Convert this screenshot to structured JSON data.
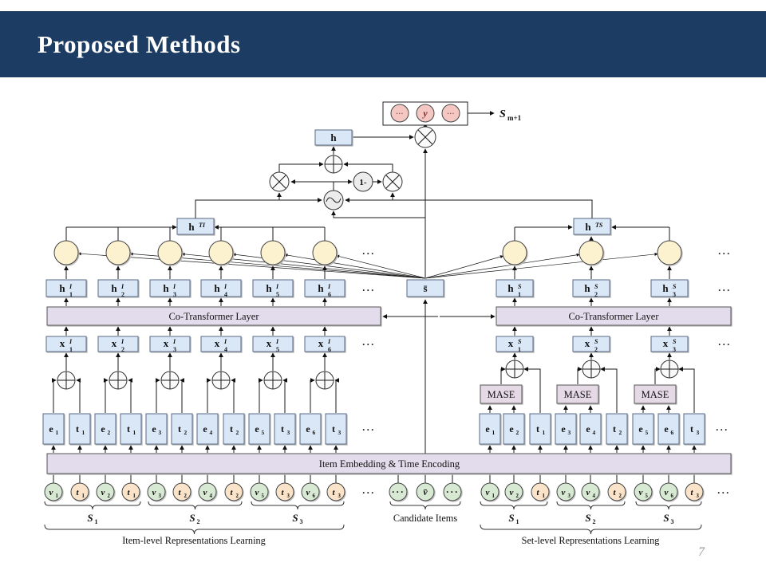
{
  "slide": {
    "title": "Proposed Methods",
    "page_number": "7",
    "header_color": "#1d3c63"
  },
  "diagram": {
    "ellipsis": "···",
    "prediction": {
      "circles": [
        "···",
        "y",
        "···"
      ],
      "next_set": {
        "base": "S",
        "sub": "m+1"
      }
    },
    "gates": {
      "h": "h",
      "one_minus": "1-",
      "h_ti": {
        "base": "h",
        "sup": "TI"
      },
      "h_ts": {
        "base": "h",
        "sup": "TS"
      }
    },
    "candidate": {
      "s_bar": "s̄",
      "circles": [
        "···",
        "v̄",
        "···"
      ],
      "caption": "Candidate Items"
    },
    "embedding_bar": "Item Embedding & Time Encoding",
    "item_branch": {
      "cotransformer": "Co-Transformer Layer",
      "h_row": [
        {
          "base": "h",
          "sup": "I",
          "sub": "1"
        },
        {
          "base": "h",
          "sup": "I",
          "sub": "2"
        },
        {
          "base": "h",
          "sup": "I",
          "sub": "3"
        },
        {
          "base": "h",
          "sup": "I",
          "sub": "4"
        },
        {
          "base": "h",
          "sup": "I",
          "sub": "5"
        },
        {
          "base": "h",
          "sup": "I",
          "sub": "6"
        }
      ],
      "x_row": [
        {
          "base": "x",
          "sup": "I",
          "sub": "1"
        },
        {
          "base": "x",
          "sup": "I",
          "sub": "2"
        },
        {
          "base": "x",
          "sup": "I",
          "sub": "3"
        },
        {
          "base": "x",
          "sup": "I",
          "sub": "4"
        },
        {
          "base": "x",
          "sup": "I",
          "sub": "5"
        },
        {
          "base": "x",
          "sup": "I",
          "sub": "6"
        }
      ],
      "et_row": [
        {
          "base": "e",
          "sub": "1"
        },
        {
          "base": "t",
          "sub": "1"
        },
        {
          "base": "e",
          "sub": "2"
        },
        {
          "base": "t",
          "sub": "1"
        },
        {
          "base": "e",
          "sub": "3"
        },
        {
          "base": "t",
          "sub": "2"
        },
        {
          "base": "e",
          "sub": "4"
        },
        {
          "base": "t",
          "sub": "2"
        },
        {
          "base": "e",
          "sub": "5"
        },
        {
          "base": "t",
          "sub": "3"
        },
        {
          "base": "e",
          "sub": "6"
        },
        {
          "base": "t",
          "sub": "3"
        }
      ],
      "inputs": [
        {
          "base": "v",
          "sub": "1",
          "type": "item"
        },
        {
          "base": "t",
          "sub": "1",
          "type": "time"
        },
        {
          "base": "v",
          "sub": "2",
          "type": "item"
        },
        {
          "base": "t",
          "sub": "1",
          "type": "time"
        },
        {
          "base": "v",
          "sub": "3",
          "type": "item"
        },
        {
          "base": "t",
          "sub": "2",
          "type": "time"
        },
        {
          "base": "v",
          "sub": "4",
          "type": "item"
        },
        {
          "base": "t",
          "sub": "2",
          "type": "time"
        },
        {
          "base": "v",
          "sub": "5",
          "type": "item"
        },
        {
          "base": "t",
          "sub": "3",
          "type": "time"
        },
        {
          "base": "v",
          "sub": "6",
          "type": "item"
        },
        {
          "base": "t",
          "sub": "3",
          "type": "time"
        }
      ],
      "sets": [
        {
          "base": "S",
          "sub": "1"
        },
        {
          "base": "S",
          "sub": "2"
        },
        {
          "base": "S",
          "sub": "3"
        }
      ],
      "caption": "Item-level Representations Learning"
    },
    "set_branch": {
      "cotransformer": "Co-Transformer Layer",
      "mase": "MASE",
      "h_row": [
        {
          "base": "h",
          "sup": "S",
          "sub": "1"
        },
        {
          "base": "h",
          "sup": "S",
          "sub": "2"
        },
        {
          "base": "h",
          "sup": "S",
          "sub": "3"
        }
      ],
      "x_row": [
        {
          "base": "x",
          "sup": "S",
          "sub": "1"
        },
        {
          "base": "x",
          "sup": "S",
          "sub": "2"
        },
        {
          "base": "x",
          "sup": "S",
          "sub": "3"
        }
      ],
      "et_row": [
        {
          "base": "e",
          "sub": "1"
        },
        {
          "base": "e",
          "sub": "2"
        },
        {
          "base": "t",
          "sub": "1"
        },
        {
          "base": "e",
          "sub": "3"
        },
        {
          "base": "e",
          "sub": "4"
        },
        {
          "base": "t",
          "sub": "2"
        },
        {
          "base": "e",
          "sub": "5"
        },
        {
          "base": "e",
          "sub": "6"
        },
        {
          "base": "t",
          "sub": "3"
        }
      ],
      "inputs": [
        {
          "base": "v",
          "sub": "1",
          "type": "item"
        },
        {
          "base": "v",
          "sub": "2",
          "type": "item"
        },
        {
          "base": "t",
          "sub": "1",
          "type": "time"
        },
        {
          "base": "v",
          "sub": "3",
          "type": "item"
        },
        {
          "base": "v",
          "sub": "4",
          "type": "item"
        },
        {
          "base": "t",
          "sub": "2",
          "type": "time"
        },
        {
          "base": "v",
          "sub": "5",
          "type": "item"
        },
        {
          "base": "v",
          "sub": "6",
          "type": "item"
        },
        {
          "base": "t",
          "sub": "3",
          "type": "time"
        }
      ],
      "sets": [
        {
          "base": "S",
          "sub": "1"
        },
        {
          "base": "S",
          "sub": "2"
        },
        {
          "base": "S",
          "sub": "3"
        }
      ],
      "caption": "Set-level Representations Learning"
    },
    "colors": {
      "box_fill": "#d9e7f7",
      "bar_fill": "#e3dcec",
      "mase_fill": "#e6d9e6",
      "attention_fill": "#fdf2cf",
      "item_fill": "#d8e9d3",
      "time_fill": "#fbe3c9",
      "pred_fill": "#f4c7c3"
    }
  }
}
